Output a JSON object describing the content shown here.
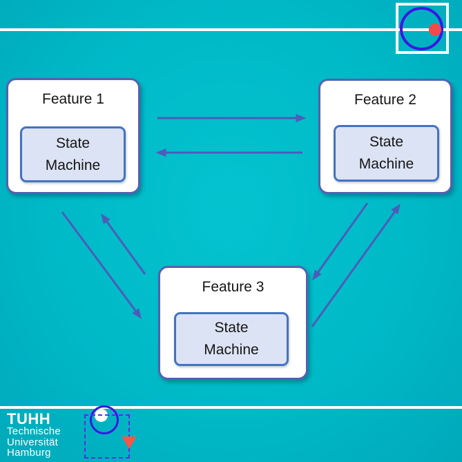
{
  "slide": {
    "features": [
      {
        "title": "Feature 1",
        "state_machine": [
          "State",
          "Machine"
        ]
      },
      {
        "title": "Feature 2",
        "state_machine": [
          "State",
          "Machine"
        ]
      },
      {
        "title": "Feature 3",
        "state_machine": [
          "State",
          "Machine"
        ]
      }
    ]
  },
  "footer_logo": {
    "acronym": "TUHH",
    "name_lines": [
      "Technische",
      "Universität",
      "Hamburg"
    ]
  },
  "annotations": {
    "top_right_shapes": [
      "selection-rectangle",
      "cursor-circle",
      "click-dot"
    ],
    "bottom_shapes": [
      "cursor-circle",
      "white-dot",
      "dashed-region",
      "pointer-triangle"
    ]
  },
  "colors": {
    "background_teal": "#00b9c7",
    "box_border_blue": "#5560b2",
    "state_machine_fill": "#dbe3f4",
    "state_machine_border": "#4472c4",
    "arrow_blue": "#4d5cb8",
    "annotation_circle_blue": "#3c17e2",
    "annotation_red": "#f24b47",
    "decor_line_white": "#ffffff"
  }
}
